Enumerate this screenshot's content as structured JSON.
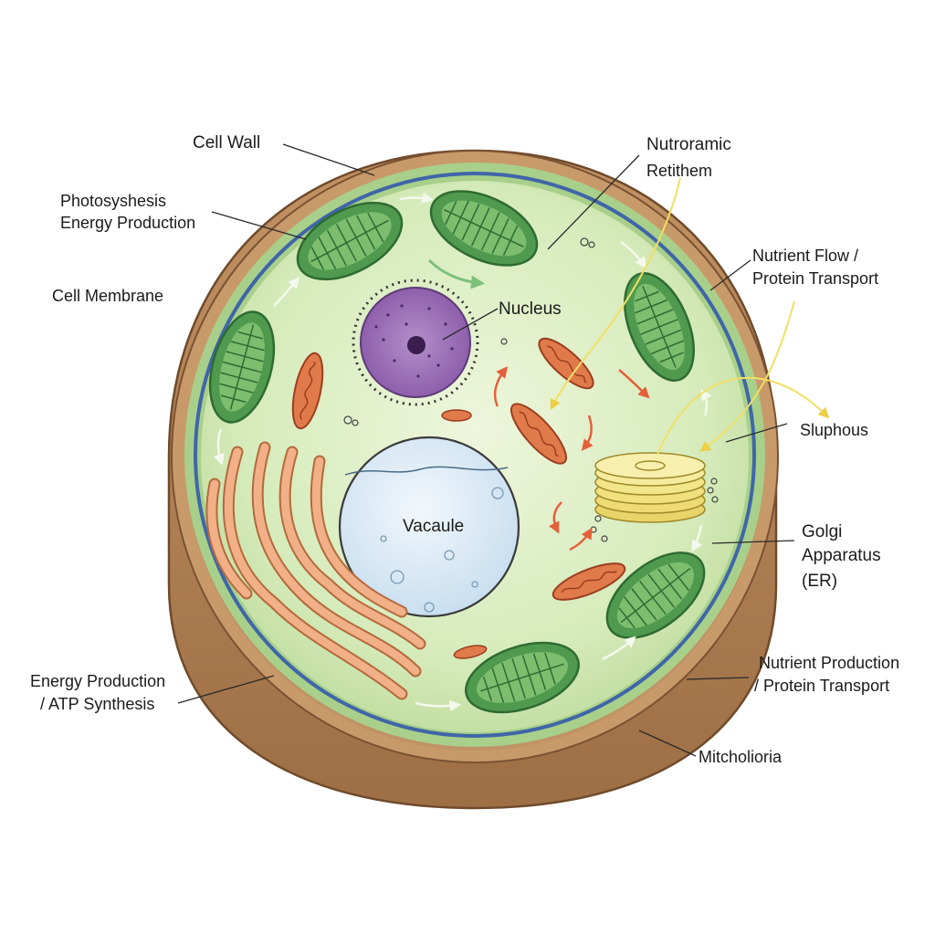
{
  "labels": {
    "cell_wall": "Cell Wall",
    "photosynthesis_1": "Photosyshesis",
    "photosynthesis_2": "Energy Production",
    "cell_membrane": "Cell Membrane",
    "nucleus": "Nucleus",
    "vacuole": "Vacaule",
    "nutroramic_1": "Nutroramic",
    "nutroramic_2": "Retithem",
    "nutrient_flow_1": "Nutrient Flow /",
    "nutrient_flow_2": "Protein Transport",
    "sluphous": "Sluphous",
    "golgi_1": "Golgi",
    "golgi_2": "Apparatus",
    "golgi_3": "(ER)",
    "nutrient_production_1": "Nutrient Production",
    "nutrient_production_2": "/ Protein Transport",
    "energy_production_1": "Energy Production",
    "energy_production_2": "/ ATP Synthesis",
    "mitcholioria": "Mitcholioria"
  },
  "colors": {
    "cell_wall": "#b9875a",
    "cytoplasm": "#cfe6b0",
    "membrane": "#3f66a8",
    "chloroplast": "#5ea85a",
    "nucleus": "#9c6bb8",
    "vacuole": "#d9eaf6",
    "mitochondria": "#e07a4a",
    "golgi": "#f3e58a",
    "er": "#f1b088",
    "flow_arrow": "#f2df63"
  }
}
